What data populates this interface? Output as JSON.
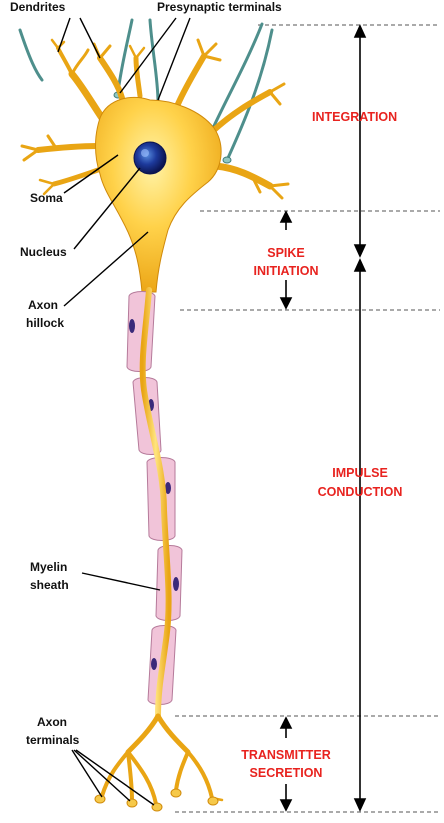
{
  "labels": {
    "dendrites": "Dendrites",
    "presynaptic": "Presynaptic terminals",
    "soma": "Soma",
    "nucleus": "Nucleus",
    "axon_hillock_line1": "Axon",
    "axon_hillock_line2": "hillock",
    "myelin_line1": "Myelin",
    "myelin_line2": "sheath",
    "axon_terminals_line1": "Axon",
    "axon_terminals_line2": "terminals"
  },
  "zones": {
    "integration": "INTEGRATION",
    "spike_line1": "SPIKE",
    "spike_line2": "INITIATION",
    "impulse_line1": "IMPULSE",
    "impulse_line2": "CONDUCTION",
    "transmitter_line1": "TRANSMITTER",
    "transmitter_line2": "SECRETION"
  },
  "colors": {
    "soma_fill": "#f6b71d",
    "soma_light": "#ffe17a",
    "myelin_fill": "#f1c4d9",
    "myelin_stroke": "#b57a9a",
    "presynaptic_fiber": "#4e8f8c",
    "nucleus": "#17257a",
    "zone_text": "#e8231f"
  }
}
